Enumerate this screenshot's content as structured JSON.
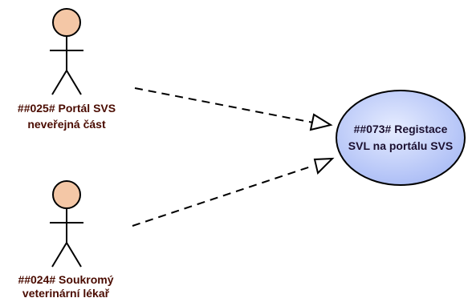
{
  "actors": [
    {
      "id": "actor-portal",
      "name_line1": "##025# Portál SVS",
      "name_line2": "neveřejná část"
    },
    {
      "id": "actor-vet",
      "name_line1": "##024# Soukromý",
      "name_line2": "veterinární lékař"
    }
  ],
  "use_case": {
    "line1": "##073# Registace",
    "line2": "SVL na portálu SVS"
  },
  "colors": {
    "actor_head": "#f4c7a6",
    "stroke": "#000000",
    "usecase_fill_center": "#dbe4ff",
    "usecase_fill_edge": "#9fb2f2",
    "label_text": "#4a0b00"
  }
}
